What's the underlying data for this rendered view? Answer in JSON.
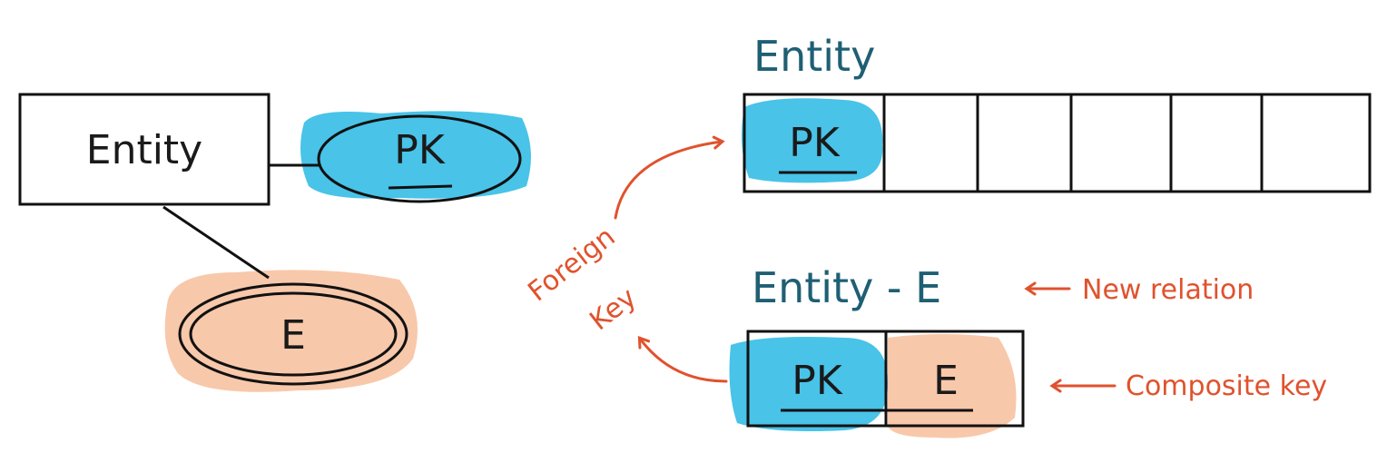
{
  "colors": {
    "ink": "#1a1a1a",
    "key_blue": "#49c3e8",
    "attr_peach": "#f8c8ab",
    "relation_teal": "#1f5f74",
    "annotation_red": "#e0522d"
  },
  "er": {
    "entity_label": "Entity",
    "pk_label": "PK",
    "multivalued_label": "E"
  },
  "relation_entity": {
    "name": "Entity",
    "pk_cell": "PK",
    "extra_cells": 5
  },
  "relation_new": {
    "name": "Entity - E",
    "pk_cell": "PK",
    "e_cell": "E"
  },
  "annotations": {
    "new_relation": "New relation",
    "composite_key": "Composite key",
    "foreign": "Foreign",
    "key": "Key"
  }
}
